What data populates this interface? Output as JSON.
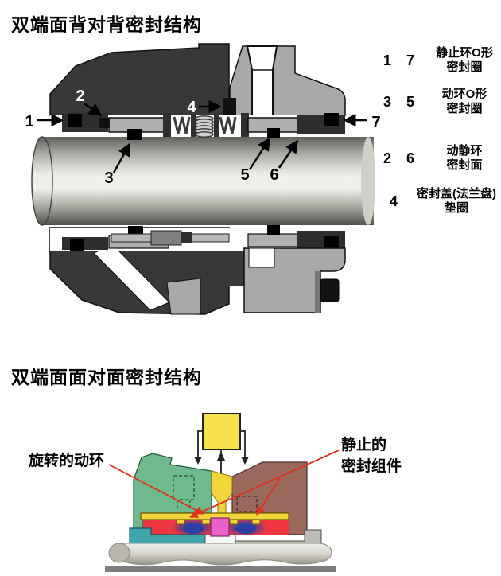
{
  "section1": {
    "title": "双端面背对背密封结构",
    "callouts": {
      "c1": "1",
      "c2": "2",
      "c3": "3",
      "c4": "4",
      "c5": "5",
      "c6": "6",
      "c7": "7"
    },
    "legend": {
      "items": [
        {
          "nums": "1 7",
          "label": "静止环O形\n密封圈"
        },
        {
          "nums": "3 5",
          "label": "动环O形\n密封圈"
        },
        {
          "nums": "2 6",
          "label": "动静环\n密封面"
        },
        {
          "nums": "4",
          "label": "密封盖(法兰盘)\n垫圈"
        }
      ]
    }
  },
  "section2": {
    "title": "双端面面对面密封结构",
    "label_rotating_ring": "旋转的动环",
    "label_stationary_assembly": "静止的\n密封组件",
    "colors": {
      "barrier_box_yellow": "#f6e14b",
      "green_housing": "#6fba8d",
      "brown_housing": "#9a685c",
      "seal_face_yellow": "#f2d53b",
      "red_ring": "#ee3640",
      "blue_zone": "#2c3fa4",
      "magenta_center": "#e860c8",
      "teal_sleeve": "#3fa7ac",
      "annotation_red": "#e03020"
    }
  }
}
